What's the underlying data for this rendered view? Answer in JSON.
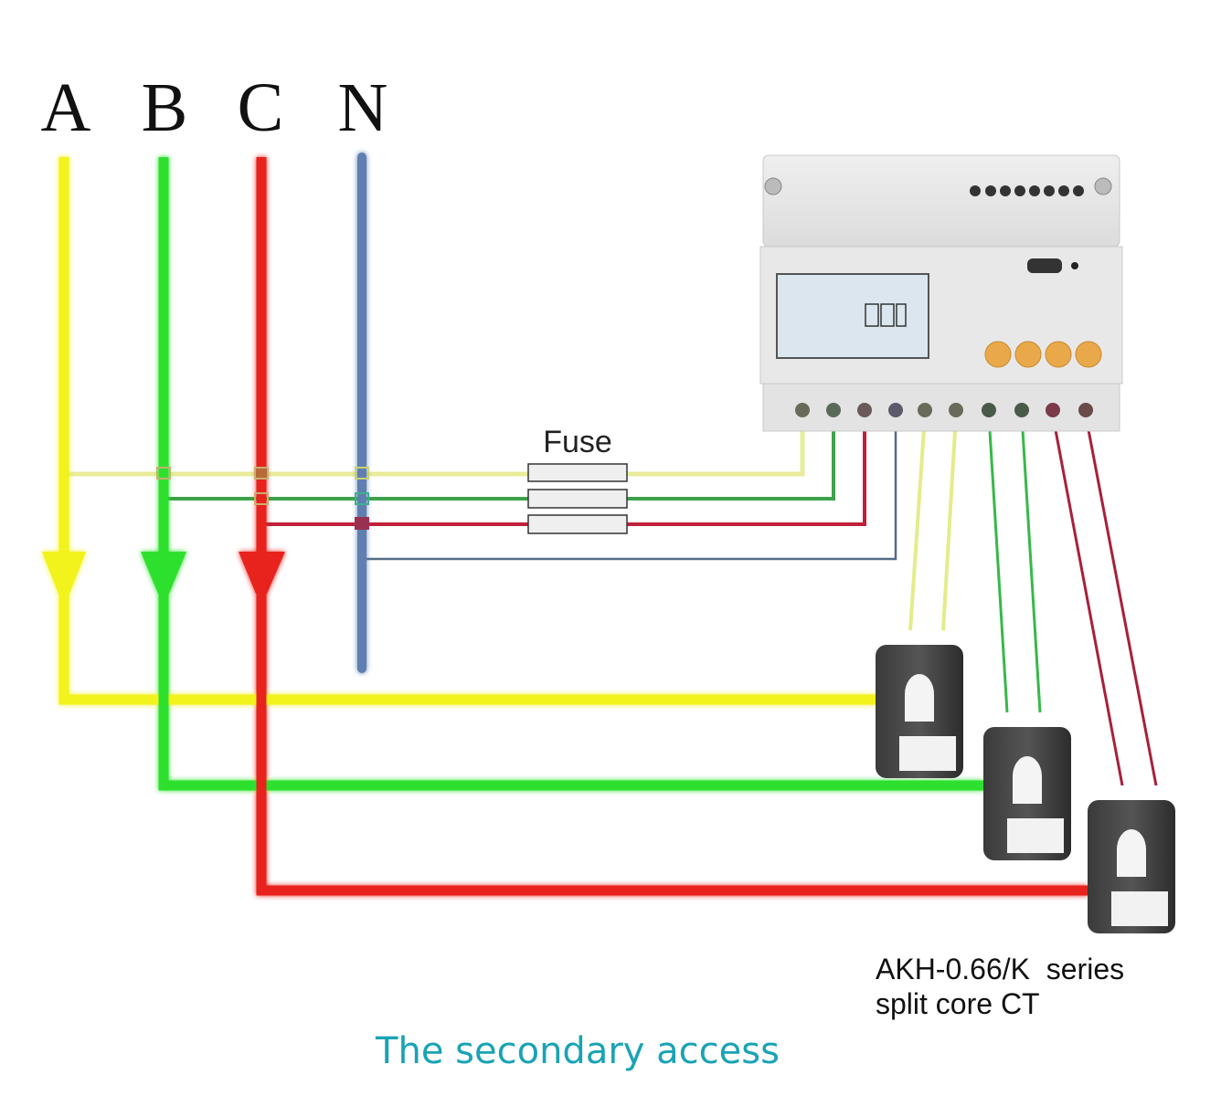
{
  "phases": [
    {
      "label": "A",
      "color": "#f2f21a"
    },
    {
      "label": "B",
      "color": "#2ee02e"
    },
    {
      "label": "C",
      "color": "#e8221c"
    },
    {
      "label": "N",
      "color": "#5f7fb0"
    }
  ],
  "fuse": {
    "label": "Fuse",
    "count": 3
  },
  "meter": {
    "name": "three-phase energy meter",
    "terminal_count": 10,
    "button_count": 4,
    "button_color": "#e9a94a"
  },
  "ct": {
    "caption_line1": "AKH-0.66/K  series",
    "caption_line2": "split core CT",
    "count": 3
  },
  "footer": {
    "caption": "The secondary access",
    "color": "#1aa3b5"
  }
}
